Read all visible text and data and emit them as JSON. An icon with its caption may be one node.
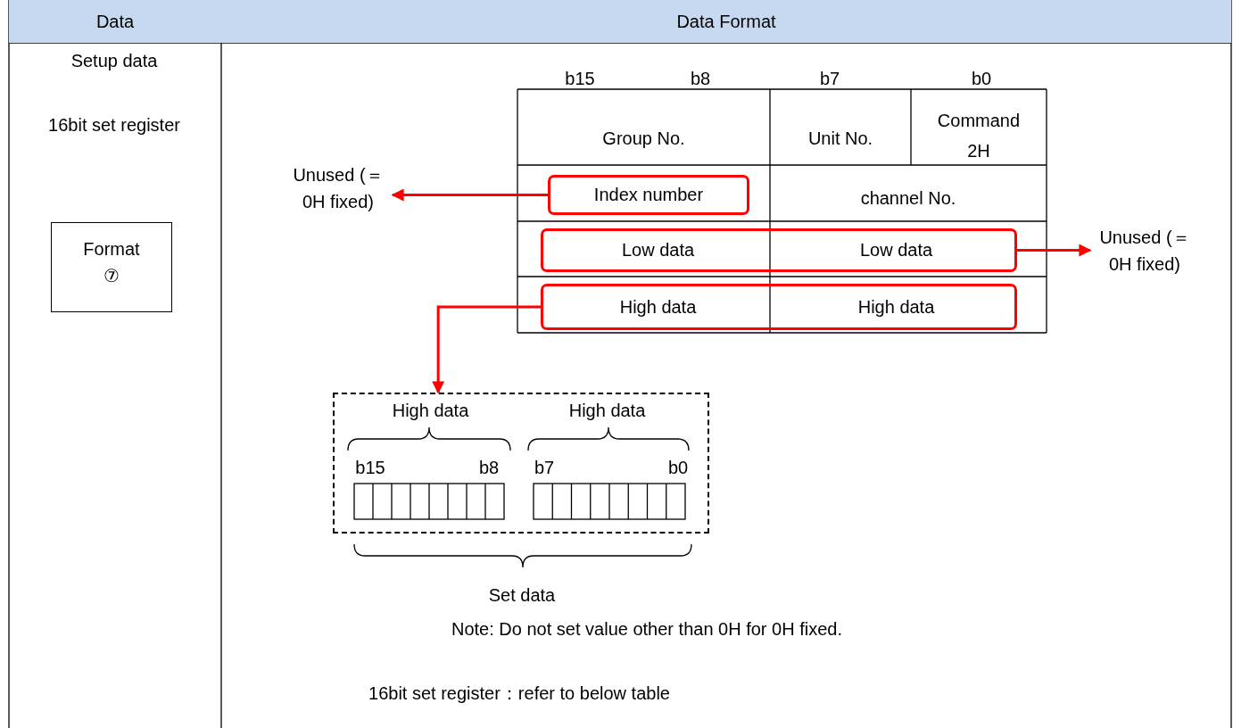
{
  "diagram": {
    "nodes": [
      {
        "text": [
          "Format ⑦"
        ]
      },
      {
        "text": [
          "Index number"
        ]
      },
      {
        "text": [
          "Unused (＝0H fixed)"
        ]
      },
      {
        "text": [
          "Low data",
          "Low data"
        ]
      },
      {
        "text": [
          "Unused (＝0H fixed)"
        ]
      },
      {
        "text": [
          "High data",
          "High data"
        ]
      },
      {
        "text": [],
        "shape": "box"
      }
    ],
    "edges": [
      {
        "from": 1,
        "to": 2,
        "arrow": "to"
      },
      {
        "from": 3,
        "to": 4,
        "arrow": "to"
      },
      {
        "from": 5,
        "to": 6,
        "arrow": "to"
      }
    ],
    "labels": [
      "Data",
      "Data Format",
      "Setup data",
      "16bit set register",
      "b15",
      "b8",
      "b7",
      "b0",
      "Group No.",
      "Unit No.",
      "Command 2H",
      "channel No.",
      "High data",
      "High data",
      "b15",
      "b8",
      "b7",
      "b0",
      "Set data",
      "Note: Do not set value other than 0H for 0H fixed.",
      "16bit set register：refer to below table"
    ]
  }
}
